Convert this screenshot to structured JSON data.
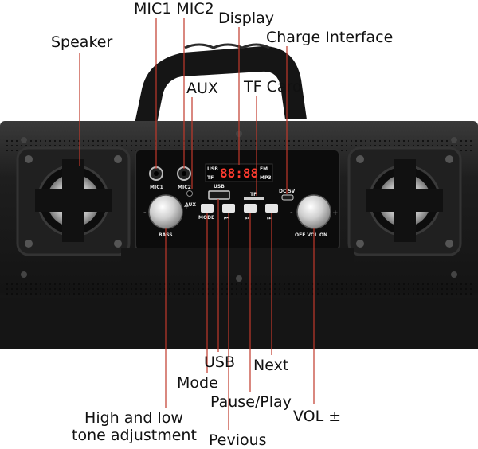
{
  "callouts": {
    "mic1_mic2": "MIC1 MIC2",
    "display": "Display",
    "speaker": "Speaker",
    "charge_interface": "Charge Interface",
    "aux": "AUX",
    "tf_card": "TF Card",
    "usb": "USB",
    "next": "Next",
    "mode": "Mode",
    "pause_play": "Pause/Play",
    "vol": "VOL ±",
    "tone_line1": "High and low",
    "tone_line2": "tone adjustment",
    "previous": "Pevious"
  },
  "panel_labels": {
    "mic1": "MIC1",
    "mic2": "MIC2",
    "aux": "AUX",
    "usb": "USB",
    "tf": "TF",
    "dc": "DC 5V",
    "mode": "MODE",
    "bass": "BASS",
    "vol": "OFF  VOL  ON",
    "minus": "-",
    "plus": "+",
    "lcd": "88:88",
    "lcd_fm": "FM",
    "lcd_mp3": "MP3",
    "lcd_usb": "USB",
    "lcd_tf": "TF"
  },
  "colors": {
    "leader_line": "#c0392b",
    "body": "#1c1c1c",
    "lcd_digits": "#ff3b2f"
  }
}
